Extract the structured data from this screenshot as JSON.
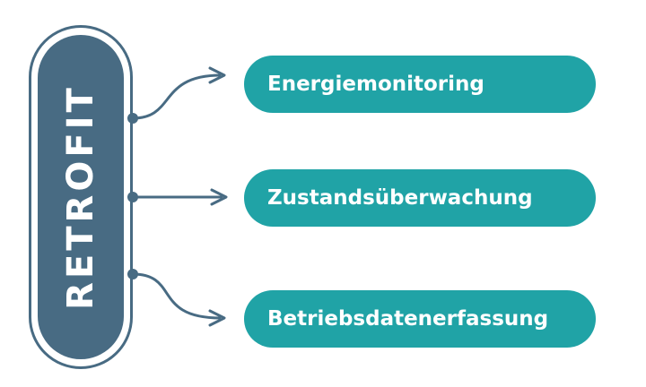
{
  "diagram": {
    "root_label": "RETROFIT",
    "branches": [
      {
        "label": "Energiemonitoring"
      },
      {
        "label": "Zustandsüberwachung"
      },
      {
        "label": "Betriebsdatenerfassung"
      }
    ],
    "colors": {
      "root": "#486b83",
      "branch": "#20a3a6",
      "connector": "#486b83",
      "text": "#ffffff",
      "background": "#ffffff"
    }
  }
}
